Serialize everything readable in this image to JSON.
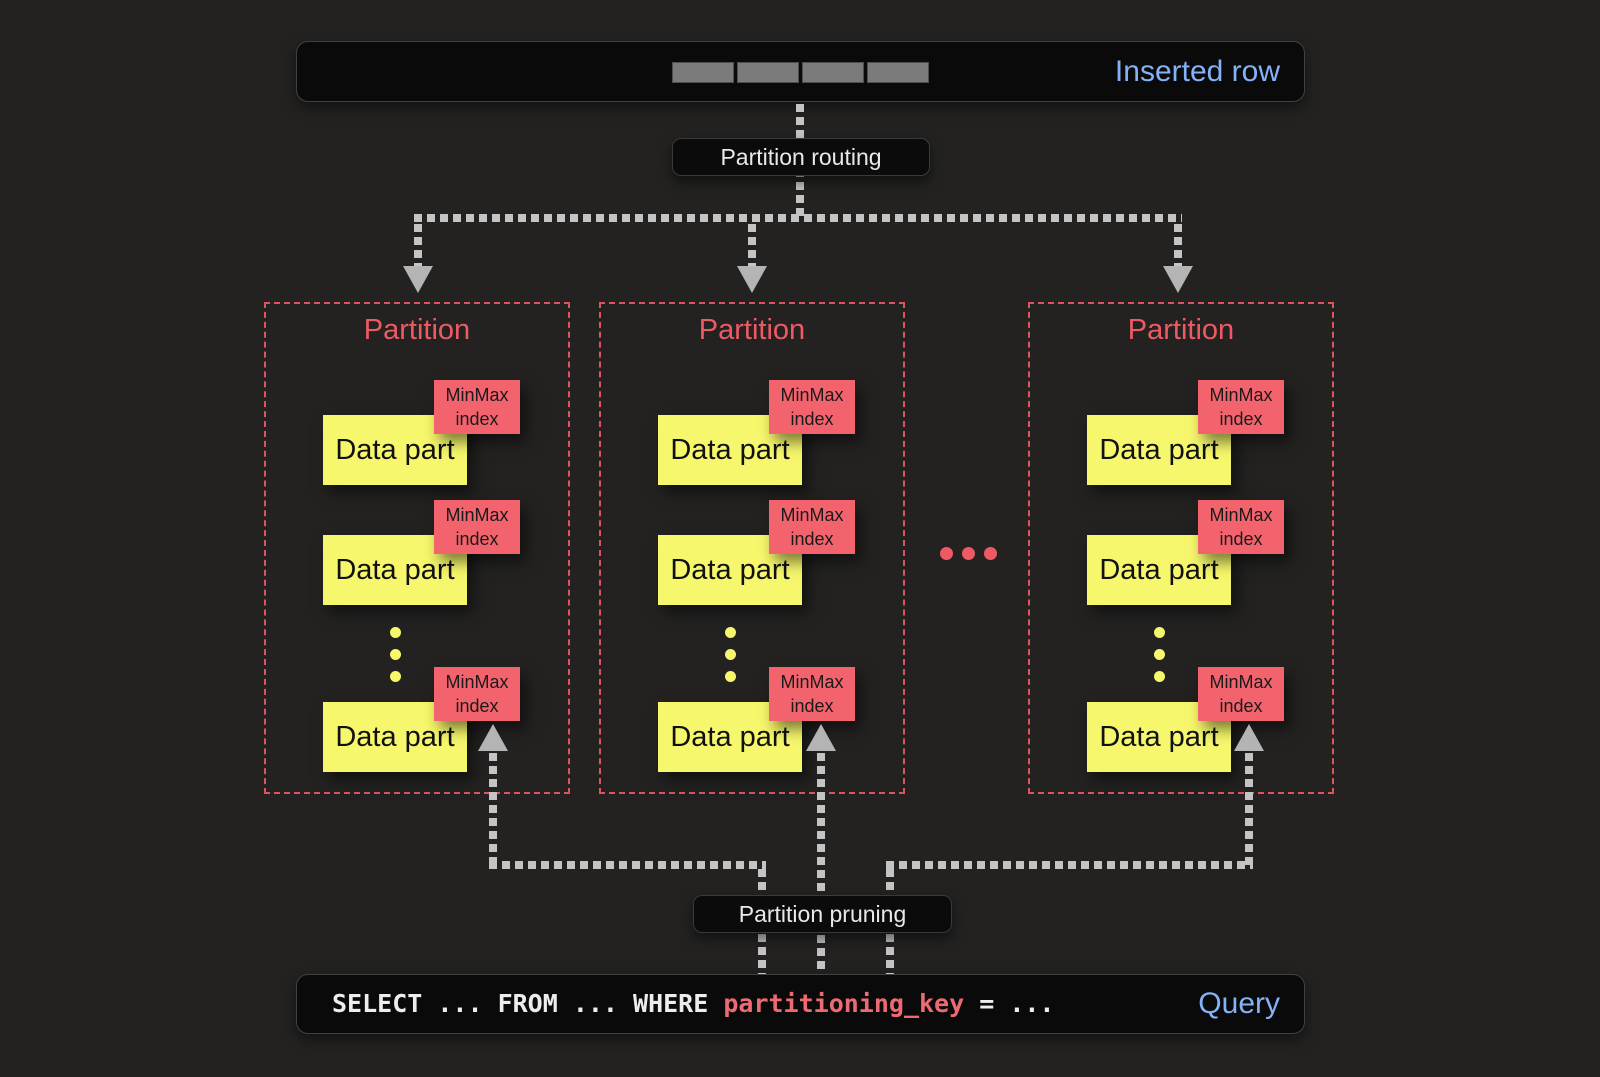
{
  "colors": {
    "background": "#232221",
    "accent_blue": "#85b1f7",
    "accent_red": "#ee5a64",
    "data_part_yellow": "#f6f76c",
    "minmax_salmon": "#f3636d",
    "connector_gray": "#c4c4c4"
  },
  "top_box": {
    "label": "Inserted row",
    "cell_count": 4
  },
  "flow": {
    "routing_label": "Partition routing",
    "pruning_label": "Partition pruning"
  },
  "partitions": [
    {
      "title": "Partition",
      "parts": [
        {
          "part": "Data part",
          "index": "MinMax index"
        },
        {
          "part": "Data part",
          "index": "MinMax index"
        },
        {
          "part": "Data part",
          "index": "MinMax index"
        }
      ]
    },
    {
      "title": "Partition",
      "parts": [
        {
          "part": "Data part",
          "index": "MinMax index"
        },
        {
          "part": "Data part",
          "index": "MinMax index"
        },
        {
          "part": "Data part",
          "index": "MinMax index"
        }
      ]
    },
    {
      "title": "Partition",
      "parts": [
        {
          "part": "Data part",
          "index": "MinMax index"
        },
        {
          "part": "Data part",
          "index": "MinMax index"
        },
        {
          "part": "Data part",
          "index": "MinMax index"
        }
      ]
    }
  ],
  "query": {
    "text_before": "SELECT ... FROM ... WHERE ",
    "highlight": "partitioning_key",
    "text_after": " = ...",
    "label": "Query"
  }
}
